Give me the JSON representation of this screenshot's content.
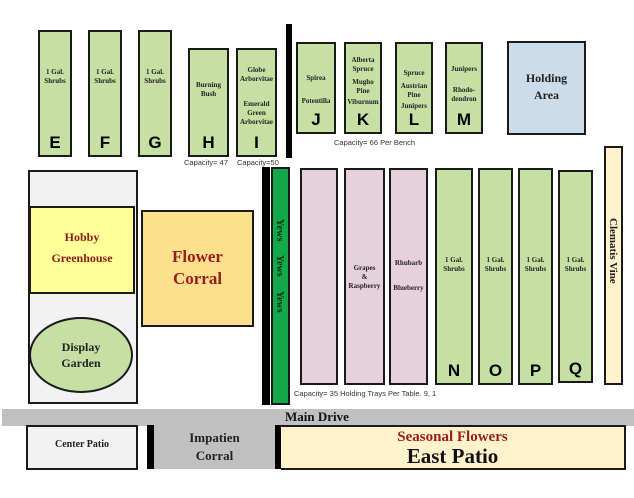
{
  "top_benches": [
    {
      "letter": "E",
      "lines": [
        "1 Gal.",
        "Shrubs"
      ]
    },
    {
      "letter": "F",
      "lines": [
        "1 Gal.",
        "Shrubs"
      ]
    },
    {
      "letter": "G",
      "lines": [
        "1 Gal.",
        "Shrubs"
      ]
    },
    {
      "letter": "H",
      "lines": [
        "Burning",
        "Bush"
      ]
    },
    {
      "letter": "I",
      "groups": [
        [
          "Globe",
          "Arborvitae"
        ],
        [
          "Emerald",
          "Green",
          "Arborvitae"
        ]
      ]
    },
    {
      "letter": "J",
      "groups": [
        [
          "Spirea"
        ],
        [
          "Potentilla"
        ]
      ]
    },
    {
      "letter": "K",
      "groups": [
        [
          "Alberta",
          "Spruce"
        ],
        [
          "Mugho",
          "Pine"
        ],
        [
          "Viburnum"
        ]
      ]
    },
    {
      "letter": "L",
      "groups": [
        [
          "Spruce"
        ],
        [
          "Austrian",
          "Pine"
        ],
        [
          "Junipers"
        ]
      ]
    },
    {
      "letter": "M",
      "groups": [
        [
          "Junipers"
        ],
        [
          "Rhodo-",
          "dendron"
        ]
      ]
    }
  ],
  "capacities": {
    "h": "Capacity= 47",
    "i": "Capacity=50",
    "jm": "Capacity= 66 Per Bench",
    "tables": "Capacity= 35 Holding Trays Per Table.  9, 1"
  },
  "holding_area": [
    "Holding",
    "Area"
  ],
  "hobby_greenhouse": [
    "Hobby",
    "Greenhouse"
  ],
  "display_garden": [
    "Display",
    "Garden"
  ],
  "flower_corral": [
    "Flower",
    "Corral"
  ],
  "yews": [
    "Yews",
    "Yews",
    "Yews"
  ],
  "pink_tables": [
    {
      "groups": []
    },
    {
      "groups": [
        [
          "Grapes",
          "&",
          "Raspberry"
        ]
      ]
    },
    {
      "groups": [
        [
          "Rhubarb"
        ],
        [
          "Blueberry"
        ]
      ]
    }
  ],
  "bottom_benches": [
    {
      "letter": "N",
      "lines": [
        "1 Gal.",
        "Shrubs"
      ]
    },
    {
      "letter": "O",
      "lines": [
        "1 Gal.",
        "Shrubs"
      ]
    },
    {
      "letter": "P",
      "lines": [
        "1 Gal.",
        "Shrubs"
      ]
    },
    {
      "letter": "Q",
      "lines": [
        "1 Gal.",
        "Shrubs"
      ]
    }
  ],
  "clematis_vine": "Clematis Vine",
  "main_drive": "Main Drive",
  "center_patio": "Center Patio",
  "impatien_corral": [
    "Impatien",
    "Corral"
  ],
  "seasonal_flowers": "Seasonal Flowers",
  "east_patio": "East Patio",
  "colors": {
    "bench_green": "#c6e0a4",
    "yews_green": "#13a84a",
    "pink_table": "#e6d0dc",
    "holding_blue": "#cddceb",
    "greenhouse_yellow": "#ffff99",
    "corral_orange": "#fde08e",
    "display_green": "#c6e0a4",
    "drive_gray": "#c0c0c0",
    "east_patio_cream": "#fff2cc",
    "label_red": "#9b1c1c"
  }
}
